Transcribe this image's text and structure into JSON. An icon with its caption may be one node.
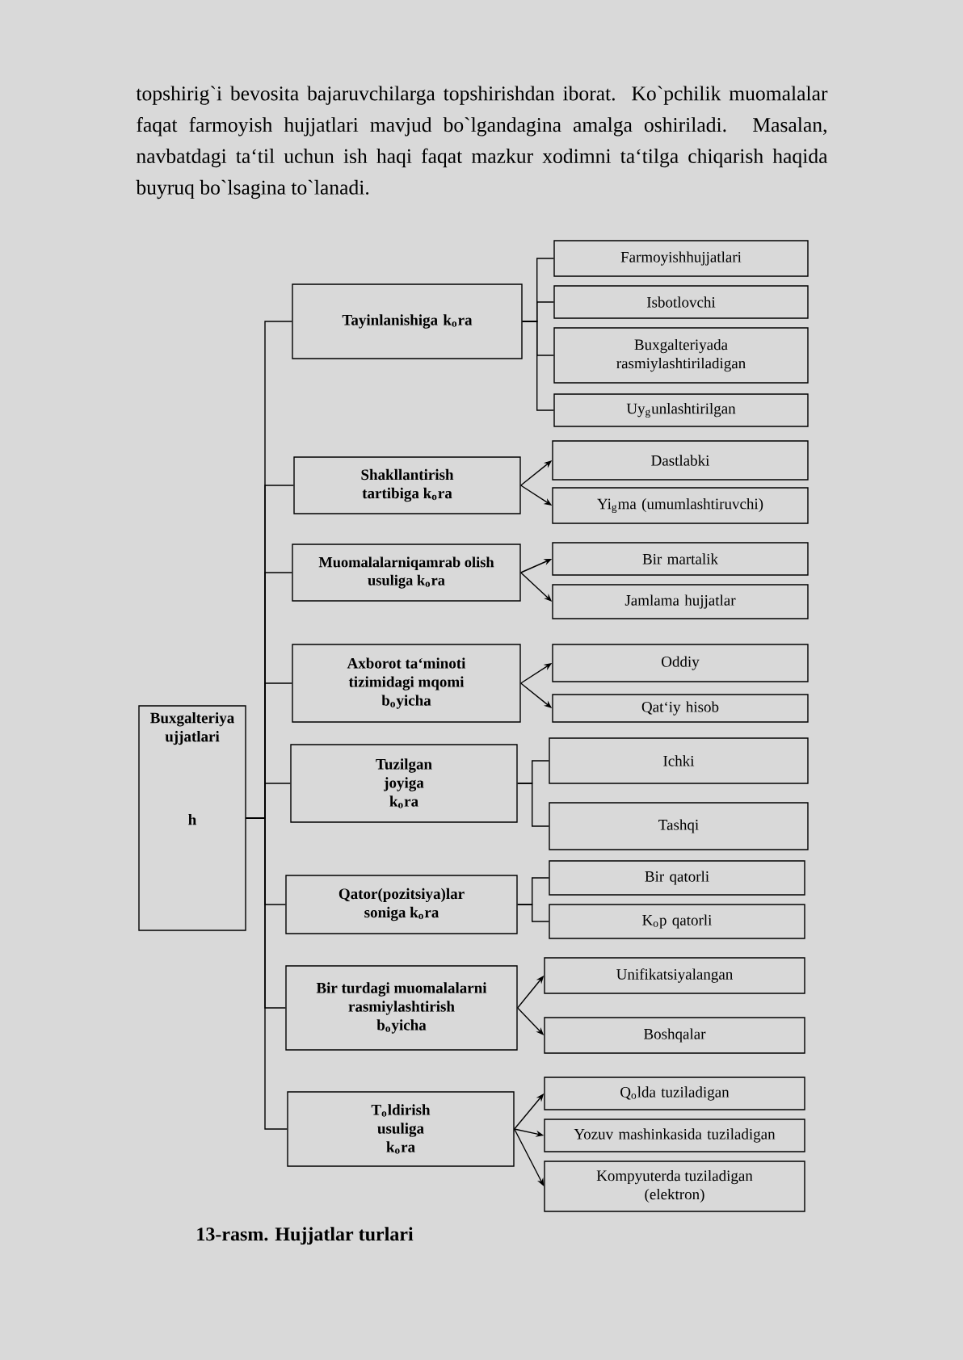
{
  "diagram": {
    "caption": "13-rasm. Hujjatlar turlari",
    "nodes": [
      {
        "text": [
          "Buxgalteriya ujjatlari",
          "h"
        ]
      },
      {
        "text": [
          "Tayinlanishiga k$_{o}$ra"
        ]
      },
      {
        "text": [
          "Farmoyishhujjatlari"
        ]
      },
      {
        "text": [
          "Isbotlovchi"
        ]
      },
      {
        "text": [
          "Buxgalteriyada rasmiylashtiriladigan"
        ]
      },
      {
        "text": [
          "Uy$_{g}$unlashtirilgan"
        ]
      },
      {
        "text": [
          "Shakllantirish tartibiga k$_{o}$ra"
        ]
      },
      {
        "text": [
          "Dastlabki"
        ]
      },
      {
        "text": [
          "Yi$_{g}$ma (umumlashtiruvchi)"
        ]
      },
      {
        "text": [
          "Muomalalarniqamrab olish usuliga k$_{o}$ra"
        ]
      },
      {
        "text": [
          "Bir martalik"
        ]
      },
      {
        "text": [
          "Jamlama hujjatlar"
        ]
      },
      {
        "text": [
          "Axborot ta‘minoti tizimidagi mqomi b$_{o}$yicha"
        ]
      },
      {
        "text": [
          "Oddiy"
        ]
      },
      {
        "text": [
          "Qat‘iy hisob"
        ]
      },
      {
        "text": [
          "Tuzilgan joyiga k$_{o}$ra"
        ]
      },
      {
        "text": [
          "Ichki"
        ]
      },
      {
        "text": [
          "Tashqi"
        ]
      },
      {
        "text": [
          "Qator(pozitsiya)lar soniga k$_{o}$ra"
        ]
      },
      {
        "text": [
          "Bir qatorli"
        ]
      },
      {
        "text": [
          "K$_{o}$p qatorli"
        ]
      },
      {
        "text": [
          "Bir turdagi muomalalarni rasmiylashtirish b$_{o}$yicha"
        ]
      },
      {
        "text": [
          "Unifikatsiyalangan"
        ]
      },
      {
        "text": [
          "Boshqalar"
        ]
      },
      {
        "text": [
          "T$_{o}$ldirish usuliga k$_{o}$ra"
        ]
      },
      {
        "text": [
          "Q$_{o}$lda tuziladigan"
        ]
      },
      {
        "text": [
          "Yozuv mashinkasida tuziladigan"
        ]
      },
      {
        "text": [
          "Kompyuterda tuziladigan (elektron)"
        ]
      }
    ],
    "edges": [
      {
        "from": 0,
        "to": 1,
        "arrow": "none"
      },
      {
        "from": 0,
        "to": 6,
        "arrow": "none"
      },
      {
        "from": 0,
        "to": 9,
        "arrow": "none"
      },
      {
        "from": 0,
        "to": 12,
        "arrow": "none"
      },
      {
        "from": 0,
        "to": 15,
        "arrow": "none"
      },
      {
        "from": 0,
        "to": 18,
        "arrow": "none"
      },
      {
        "from": 0,
        "to": 21,
        "arrow": "none"
      },
      {
        "from": 0,
        "to": 24,
        "arrow": "none"
      },
      {
        "from": 1,
        "to": 2,
        "arrow": "none"
      },
      {
        "from": 1,
        "to": 3,
        "arrow": "none"
      },
      {
        "from": 1,
        "to": 4,
        "arrow": "none"
      },
      {
        "from": 1,
        "to": 5,
        "arrow": "none"
      },
      {
        "from": 6,
        "to": 7,
        "arrow": "to"
      },
      {
        "from": 6,
        "to": 8,
        "arrow": "to"
      },
      {
        "from": 9,
        "to": 10,
        "arrow": "to"
      },
      {
        "from": 9,
        "to": 11,
        "arrow": "to"
      },
      {
        "from": 12,
        "to": 13,
        "arrow": "to"
      },
      {
        "from": 12,
        "to": 14,
        "arrow": "to"
      },
      {
        "from": 15,
        "to": 16,
        "arrow": "none"
      },
      {
        "from": 15,
        "to": 17,
        "arrow": "none"
      },
      {
        "from": 18,
        "to": 19,
        "arrow": "none"
      },
      {
        "from": 18,
        "to": 20,
        "arrow": "none"
      },
      {
        "from": 21,
        "to": 22,
        "arrow": "to"
      },
      {
        "from": 21,
        "to": 23,
        "arrow": "to"
      },
      {
        "from": 24,
        "to": 25,
        "arrow": "to"
      },
      {
        "from": 24,
        "to": 26,
        "arrow": "to"
      },
      {
        "from": 24,
        "to": 27,
        "arrow": "to"
      }
    ],
    "labels": [
      "topshirig`i bevosita bajaruvchilarga topshirishdan iborat. Ko`pchilik muomalalar faqat farmoyish hujjatlari mavjud bo`lgandagina amalga oshiriladi. Masalan, navbatdagi ta‘til uchun ish haqi faqat mazkur xodimni ta‘tilga chiqarish haqida buyruq bo`lsagina to`lanadi."
    ]
  }
}
